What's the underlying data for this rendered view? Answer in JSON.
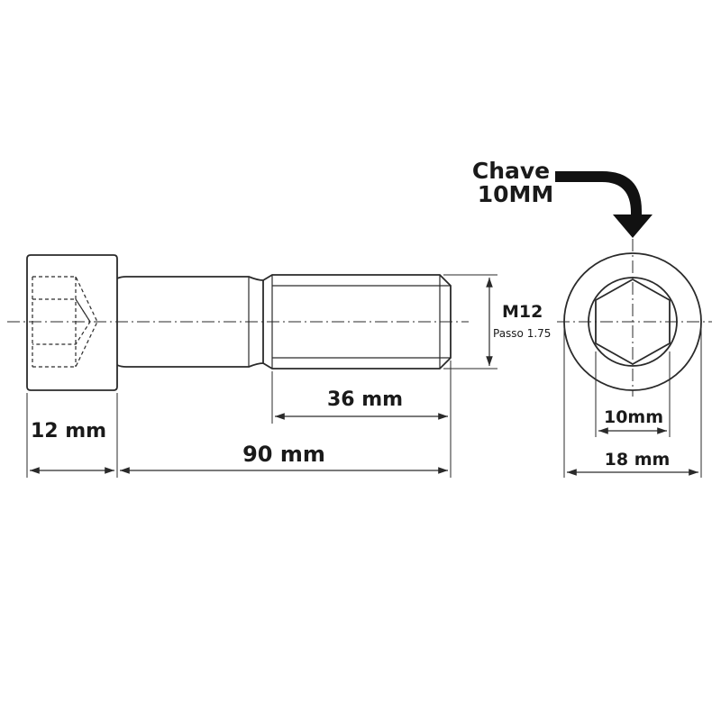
{
  "key_callout": {
    "line1": "Chave",
    "line2": "10MM",
    "arrow_color": "#111111"
  },
  "thread": {
    "size": "M12",
    "pitch": "Passo 1.75"
  },
  "dimensions": {
    "head_length": "12 mm",
    "total_length": "90 mm",
    "thread_length": "36 mm",
    "socket_width": "10mm",
    "head_diameter": "18 mm"
  }
}
